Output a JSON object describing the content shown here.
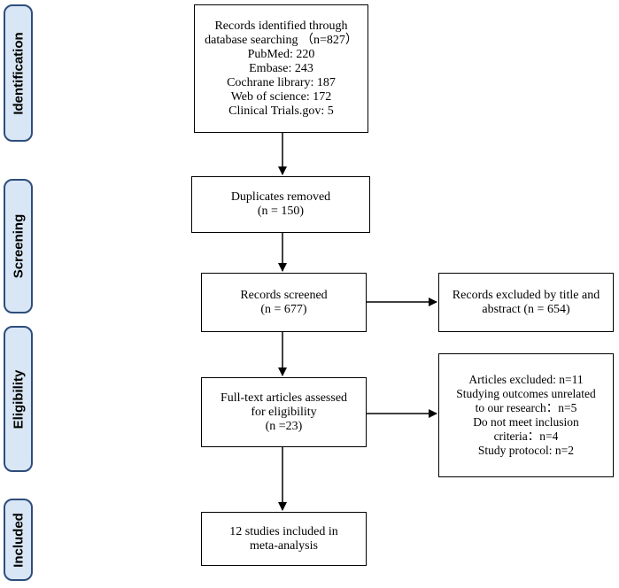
{
  "stages": [
    {
      "id": "identification",
      "label": "Identification"
    },
    {
      "id": "screening",
      "label": "Screening"
    },
    {
      "id": "eligibility",
      "label": "Eligibility"
    },
    {
      "id": "included",
      "label": "Included"
    }
  ],
  "boxes": {
    "identified": {
      "lines": [
        "Records identified through",
        "database searching （n=827）",
        "PubMed: 220",
        "Embase: 243",
        "Cochrane library: 187",
        "Web of science: 172",
        "Clinical Trials.gov: 5"
      ]
    },
    "duplicates": {
      "lines": [
        "Duplicates removed",
        "(n = 150)"
      ]
    },
    "screened": {
      "lines": [
        "Records screened",
        "(n = 677)"
      ]
    },
    "excluded_title": {
      "lines": [
        "Records excluded by title and",
        "abstract (n = 654)"
      ]
    },
    "fulltext": {
      "lines": [
        "Full-text articles assessed",
        "for eligibility",
        "(n =23)"
      ]
    },
    "articles_excluded": {
      "lines": [
        "Articles excluded: n=11",
        "Studying outcomes unrelated",
        "to our research：n=5",
        "Do not meet inclusion",
        "criteria：n=4",
        "Study protocol: n=2"
      ]
    },
    "included": {
      "lines": [
        "12 studies included in",
        "meta-analysis"
      ]
    }
  }
}
